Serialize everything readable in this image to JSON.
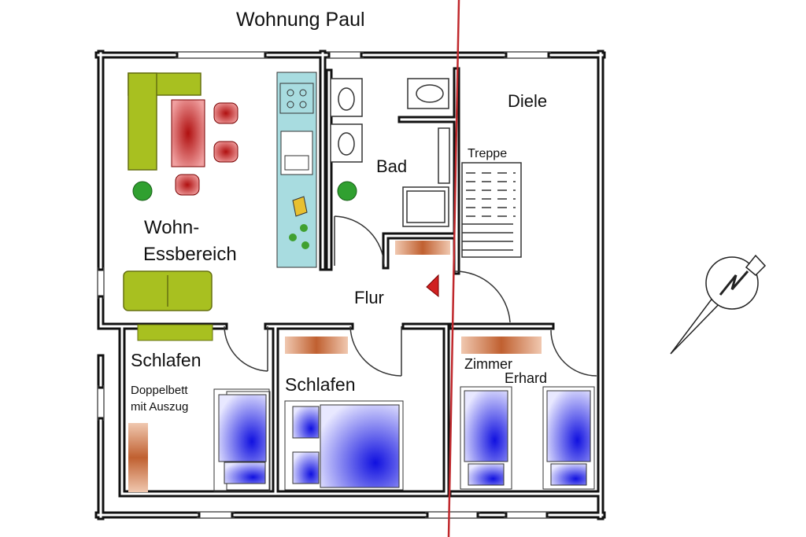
{
  "title": "Wohnung Paul",
  "rooms": {
    "living": [
      "Wohn-",
      "Essbereich"
    ],
    "bath": "Bad",
    "hall": "Flur",
    "diele": "Diele",
    "stairs": "Treppe",
    "bedroom_left": "Schlafen",
    "bedroom_left_note": [
      "Doppelbett",
      "mit Auszug"
    ],
    "bedroom_middle": "Schlafen",
    "room_right": [
      "Zimmer",
      "Erhard"
    ]
  },
  "colors": {
    "wall": "#111111",
    "sofa": "#a8c020",
    "table": "#c02020",
    "kitchen": "#a8dce0",
    "bed": "#1a1ae0",
    "rug": "#c87040",
    "divider_line": "#c0282c",
    "plant": "#30a030"
  },
  "icons": {
    "compass": "north-arrow-icon",
    "entrance": "entrance-arrow-icon"
  }
}
